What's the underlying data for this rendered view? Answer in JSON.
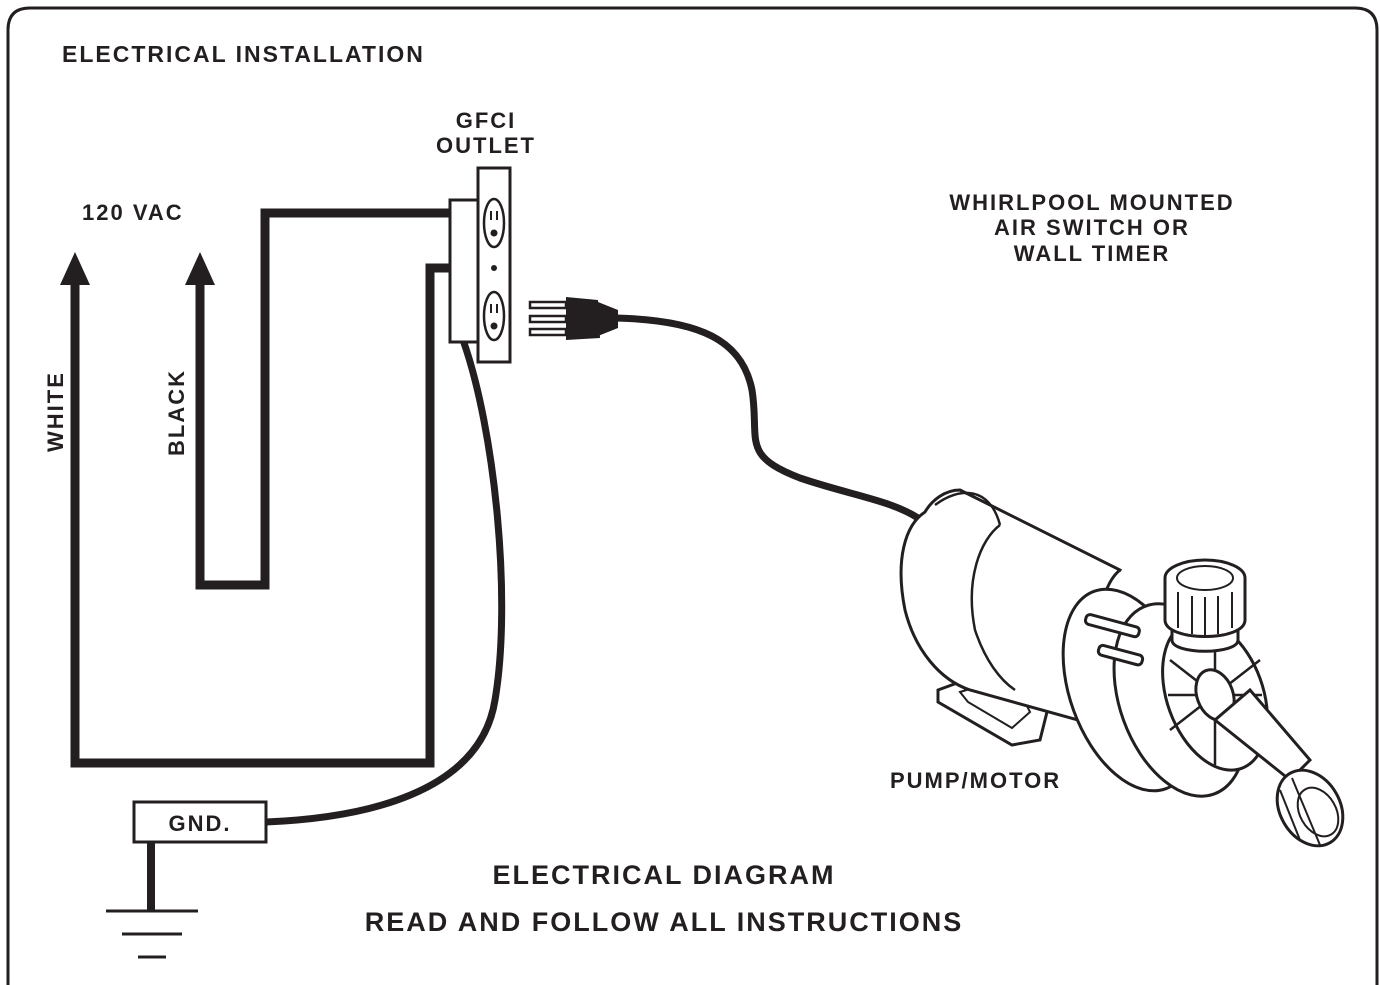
{
  "title": "ELECTRICAL INSTALLATION",
  "labels": {
    "supply": "120 VAC",
    "white": "WHITE",
    "black": "BLACK",
    "gfci_line1": "GFCI",
    "gfci_line2": "OUTLET",
    "switch_line1": "WHIRLPOOL MOUNTED",
    "switch_line2": "AIR SWITCH OR",
    "switch_line3": "WALL TIMER",
    "pump": "PUMP/MOTOR",
    "ground": "GND."
  },
  "footer": {
    "line1": "ELECTRICAL DIAGRAM",
    "line2": "READ AND FOLLOW ALL INSTRUCTIONS"
  },
  "colors": {
    "ink": "#231f20",
    "background": "#ffffff"
  }
}
